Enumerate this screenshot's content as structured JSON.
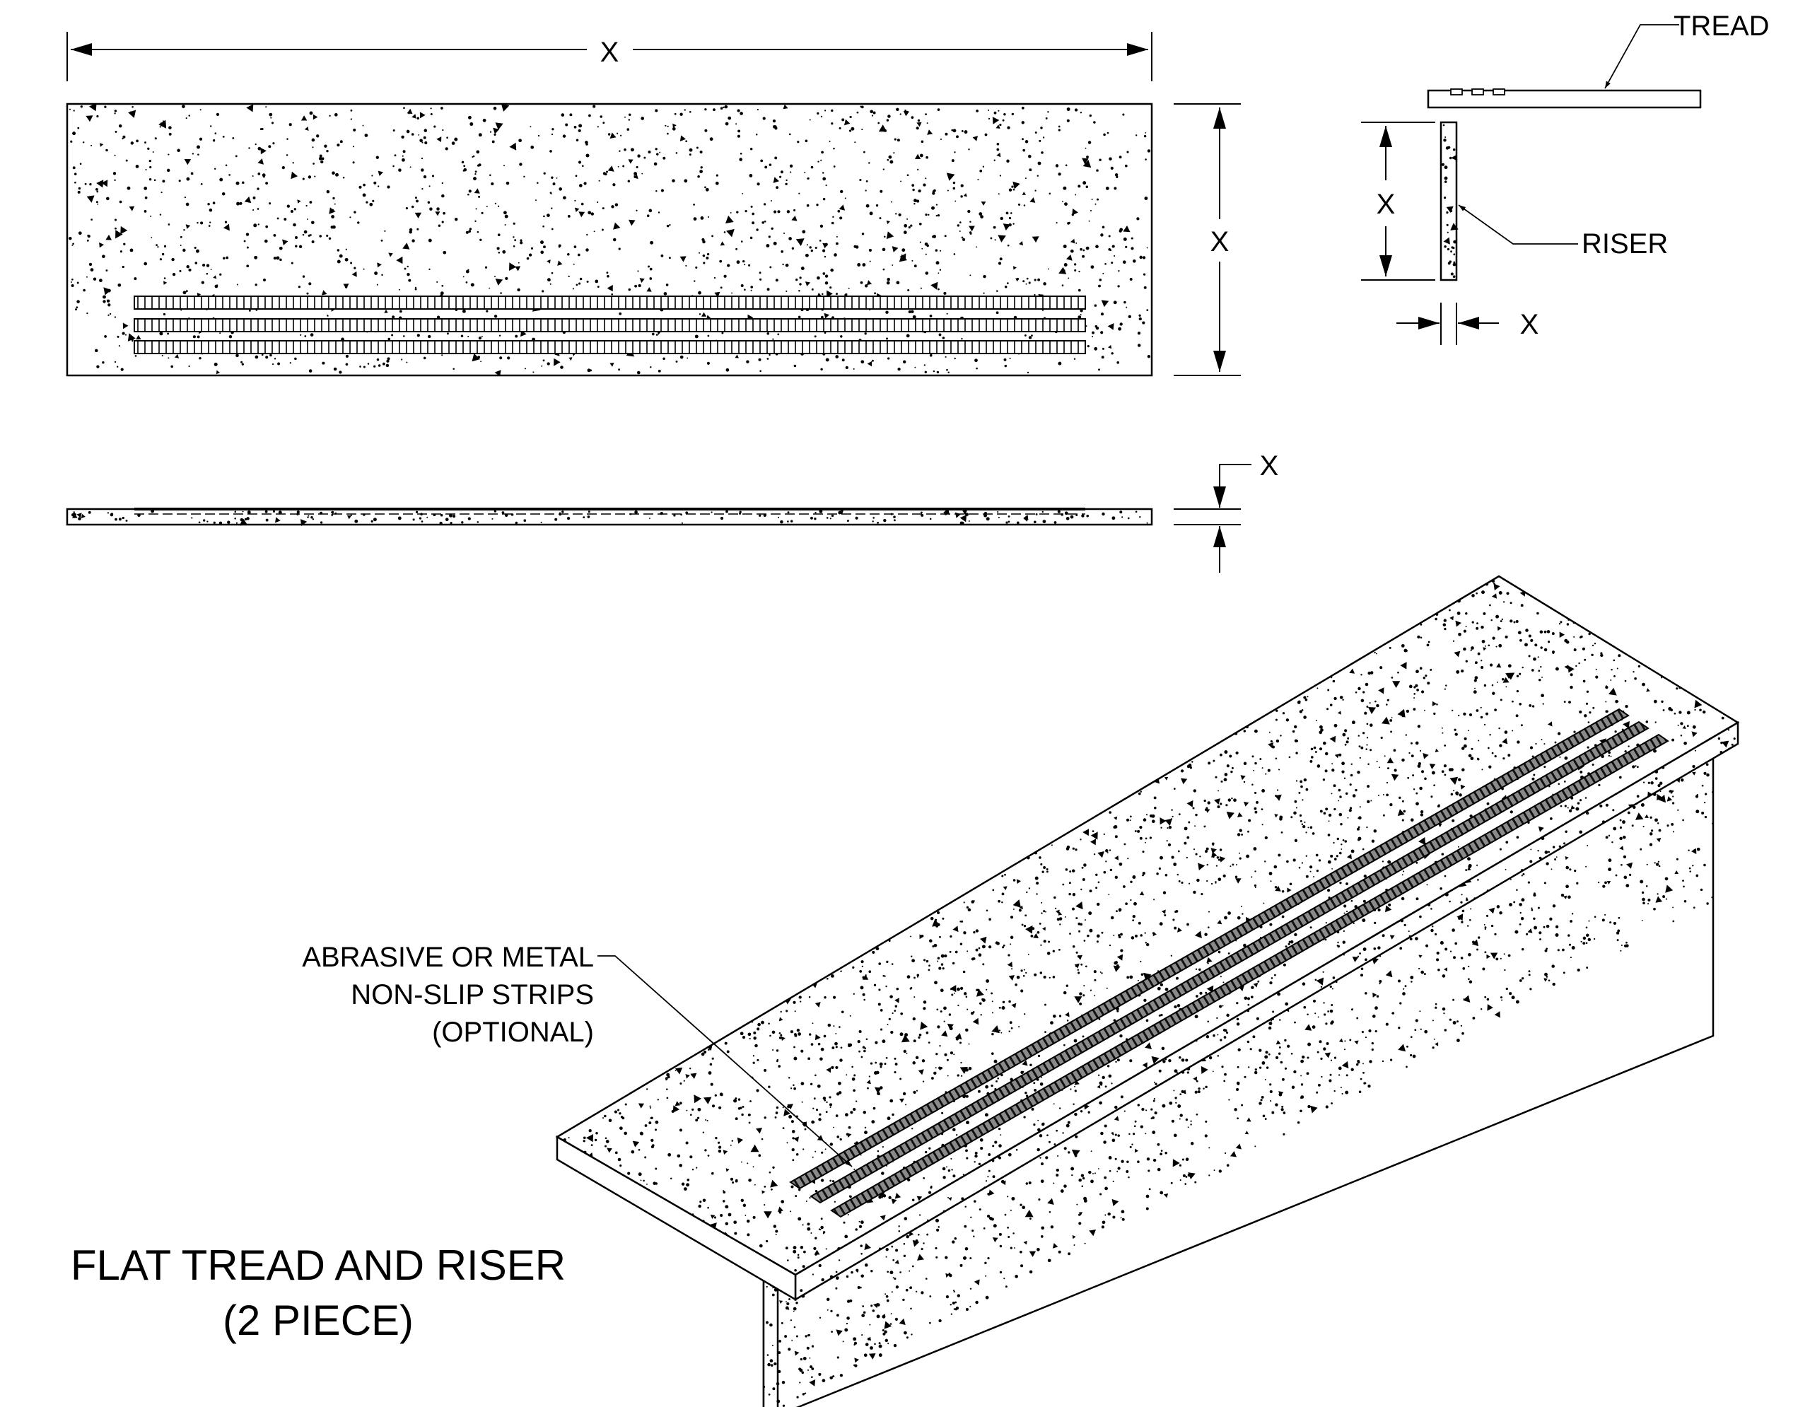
{
  "colors": {
    "ink": "#000000",
    "paper": "#ffffff",
    "strip": "#7a7a7a"
  },
  "labels": {
    "dim_width": "X",
    "dim_height": "X",
    "dim_thickness": "X",
    "side_dim_riser_height": "X",
    "side_dim_riser_thickness": "X",
    "tread": "TREAD",
    "riser": "RISER",
    "strips_line1": "ABRASIVE OR METAL",
    "strips_line2": "NON-SLIP STRIPS",
    "strips_line3": "(OPTIONAL)",
    "title_line1": "FLAT TREAD AND RISER",
    "title_line2": "(2 PIECE)"
  }
}
